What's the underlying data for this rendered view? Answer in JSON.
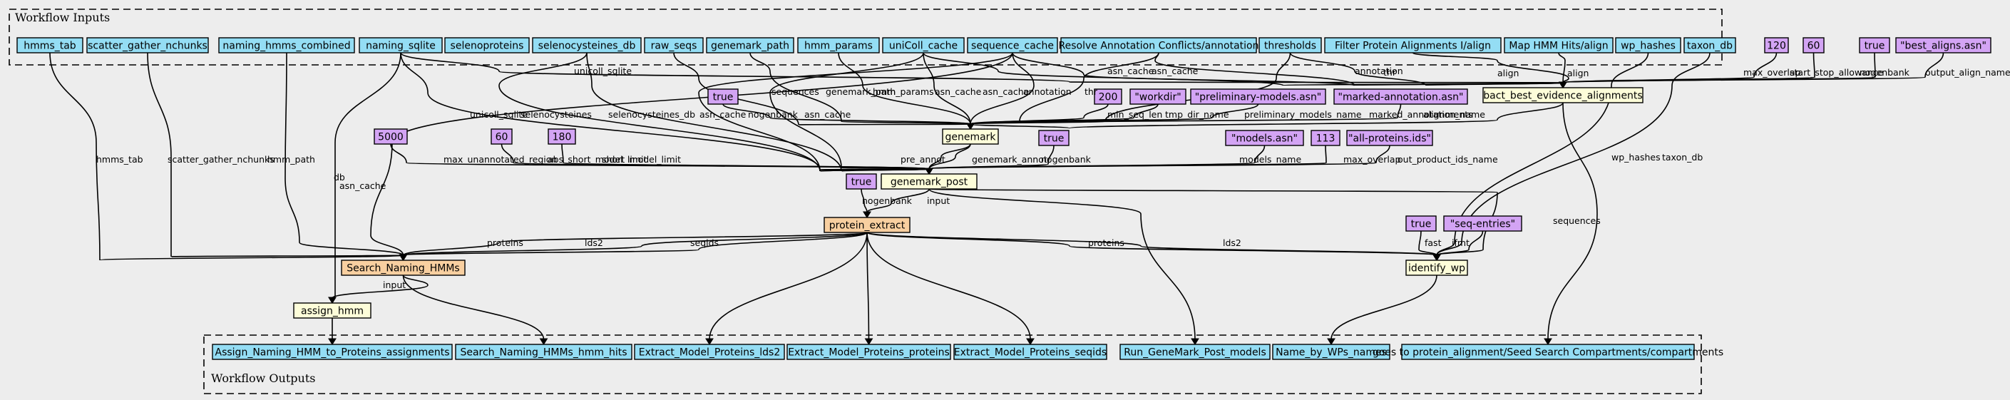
{
  "clusters": {
    "inputs": "Workflow Inputs",
    "outputs": "Workflow Outputs"
  },
  "colors": {
    "input": "#94ddf4",
    "param": "#d3a4f4",
    "step": "#fdfdd9",
    "subworkflow": "#f8cfa0",
    "output": "#94ddf4",
    "background": "#ededed"
  },
  "nodes": [
    {
      "id": "in_hmms_tab",
      "label": "hmms_tab",
      "kind": "input"
    },
    {
      "id": "in_scatter",
      "label": "scatter_gather_nchunks",
      "kind": "input"
    },
    {
      "id": "in_naming_hmms",
      "label": "naming_hmms_combined",
      "kind": "input"
    },
    {
      "id": "in_naming_sqlite",
      "label": "naming_sqlite",
      "kind": "input"
    },
    {
      "id": "in_selenoproteins",
      "label": "selenoproteins",
      "kind": "input"
    },
    {
      "id": "in_selenocysteines",
      "label": "selenocysteines_db",
      "kind": "input"
    },
    {
      "id": "in_raw_seqs",
      "label": "raw_seqs",
      "kind": "input"
    },
    {
      "id": "in_genemark_path",
      "label": "genemark_path",
      "kind": "input"
    },
    {
      "id": "in_hmm_params",
      "label": "hmm_params",
      "kind": "input"
    },
    {
      "id": "in_unicoll",
      "label": "uniColl_cache",
      "kind": "input"
    },
    {
      "id": "in_seq_cache",
      "label": "sequence_cache",
      "kind": "input"
    },
    {
      "id": "in_resolve",
      "label": "Resolve Annotation Conflicts/annotation",
      "kind": "input"
    },
    {
      "id": "in_thresholds",
      "label": "thresholds",
      "kind": "input"
    },
    {
      "id": "in_filter",
      "label": "Filter Protein Alignments I/align",
      "kind": "input"
    },
    {
      "id": "in_maphmm",
      "label": "Map HMM Hits/align",
      "kind": "input"
    },
    {
      "id": "in_wp_hashes",
      "label": "wp_hashes",
      "kind": "input"
    },
    {
      "id": "in_taxon_db",
      "label": "taxon_db",
      "kind": "input"
    },
    {
      "id": "p_120",
      "label": "120",
      "kind": "param"
    },
    {
      "id": "p_60a",
      "label": "60",
      "kind": "param"
    },
    {
      "id": "p_true_a",
      "label": "true",
      "kind": "param"
    },
    {
      "id": "p_best_aligns",
      "label": "\"best_aligns.asn\"",
      "kind": "param"
    },
    {
      "id": "p_true_b",
      "label": "true",
      "kind": "param"
    },
    {
      "id": "p_200",
      "label": "200",
      "kind": "param"
    },
    {
      "id": "p_workdir",
      "label": "\"workdir\"",
      "kind": "param"
    },
    {
      "id": "p_prelim",
      "label": "\"preliminary-models.asn\"",
      "kind": "param"
    },
    {
      "id": "p_marked",
      "label": "\"marked-annotation.asn\"",
      "kind": "param"
    },
    {
      "id": "p_5000",
      "label": "5000",
      "kind": "param"
    },
    {
      "id": "p_60b",
      "label": "60",
      "kind": "param"
    },
    {
      "id": "p_180",
      "label": "180",
      "kind": "param"
    },
    {
      "id": "p_true_c",
      "label": "true",
      "kind": "param"
    },
    {
      "id": "p_models",
      "label": "\"models.asn\"",
      "kind": "param"
    },
    {
      "id": "p_113",
      "label": "113",
      "kind": "param"
    },
    {
      "id": "p_allprot",
      "label": "\"all-proteins.ids\"",
      "kind": "param"
    },
    {
      "id": "p_true_d",
      "label": "true",
      "kind": "param"
    },
    {
      "id": "p_true_e",
      "label": "true",
      "kind": "param"
    },
    {
      "id": "p_seqentries",
      "label": "\"seq-entries\"",
      "kind": "param"
    },
    {
      "id": "s_bact",
      "label": "bact_best_evidence_alignments",
      "kind": "step"
    },
    {
      "id": "s_genemark",
      "label": "genemark",
      "kind": "step"
    },
    {
      "id": "s_genemark_post",
      "label": "genemark_post",
      "kind": "step"
    },
    {
      "id": "s_protein_extract",
      "label": "protein_extract",
      "kind": "subworkflow"
    },
    {
      "id": "s_search",
      "label": "Search_Naming_HMMs",
      "kind": "subworkflow"
    },
    {
      "id": "s_assign",
      "label": "assign_hmm",
      "kind": "step"
    },
    {
      "id": "s_identify",
      "label": "identify_wp",
      "kind": "step"
    },
    {
      "id": "o_assign",
      "label": "Assign_Naming_HMM_to_Proteins_assignments",
      "kind": "output"
    },
    {
      "id": "o_hits",
      "label": "Search_Naming_HMMs_hmm_hits",
      "kind": "output"
    },
    {
      "id": "o_lds2",
      "label": "Extract_Model_Proteins_lds2",
      "kind": "output"
    },
    {
      "id": "o_proteins",
      "label": "Extract_Model_Proteins_proteins",
      "kind": "output"
    },
    {
      "id": "o_seqids",
      "label": "Extract_Model_Proteins_seqids",
      "kind": "output"
    },
    {
      "id": "o_models",
      "label": "Run_GeneMark_Post_models",
      "kind": "output"
    },
    {
      "id": "o_names",
      "label": "Name_by_WPs_names",
      "kind": "output"
    },
    {
      "id": "o_compart",
      "label": "goes to protein_alignment/Seed Search Compartments/compartments",
      "kind": "output"
    }
  ],
  "edges": [
    {
      "from": "in_filter",
      "to": "s_bact",
      "label": "align"
    },
    {
      "from": "in_maphmm",
      "to": "s_bact",
      "label": "align"
    },
    {
      "from": "in_resolve",
      "to": "s_bact",
      "label": "annotation"
    },
    {
      "from": "in_seq_cache",
      "to": "s_bact",
      "label": "asn_cache"
    },
    {
      "from": "in_unicoll",
      "to": "s_bact",
      "label": "asn_cache"
    },
    {
      "from": "p_120",
      "to": "s_bact",
      "label": "max_overlap"
    },
    {
      "from": "p_60a",
      "to": "s_bact",
      "label": "start_stop_allowance"
    },
    {
      "from": "p_true_a",
      "to": "s_bact",
      "label": "nogenbank"
    },
    {
      "from": "p_best_aligns",
      "to": "s_bact",
      "label": "output_align_name"
    },
    {
      "from": "in_thresholds",
      "to": "s_bact",
      "label": "thr"
    },
    {
      "from": "in_naming_sqlite",
      "to": "s_bact",
      "label": "unicoll_sqlite"
    },
    {
      "from": "s_bact",
      "to": "s_genemark",
      "label": "alignments"
    },
    {
      "from": "in_resolve",
      "to": "s_genemark",
      "label": "annotation"
    },
    {
      "from": "in_seq_cache",
      "to": "s_genemark",
      "label": "asn_cache"
    },
    {
      "from": "in_unicoll",
      "to": "s_genemark",
      "label": "asn_cache"
    },
    {
      "from": "in_genemark_path",
      "to": "s_genemark",
      "label": "genemark_path"
    },
    {
      "from": "in_hmm_params",
      "to": "s_genemark",
      "label": "hmm_params"
    },
    {
      "from": "p_marked",
      "to": "s_genemark",
      "label": "marked_annotation_name"
    },
    {
      "from": "p_200",
      "to": "s_genemark",
      "label": "min_seq_len"
    },
    {
      "from": "p_true_b",
      "to": "s_genemark",
      "label": "nogenbank"
    },
    {
      "from": "p_prelim",
      "to": "s_genemark",
      "label": "preliminary_models_name"
    },
    {
      "from": "in_raw_seqs",
      "to": "s_genemark",
      "label": "sequences"
    },
    {
      "from": "in_thresholds",
      "to": "s_genemark",
      "label": "thr"
    },
    {
      "from": "p_workdir",
      "to": "s_genemark",
      "label": "tmp_dir_name"
    },
    {
      "from": "p_60b",
      "to": "s_genemark_post",
      "label": "abs_short_model_limit"
    },
    {
      "from": "in_seq_cache",
      "to": "s_genemark_post",
      "label": "asn_cache"
    },
    {
      "from": "in_unicoll",
      "to": "s_genemark_post",
      "label": "asn_cache"
    },
    {
      "from": "s_genemark",
      "to": "s_genemark_post",
      "label": "genemark_annot"
    },
    {
      "from": "p_113",
      "to": "s_genemark_post",
      "label": "max_overlap"
    },
    {
      "from": "p_5000",
      "to": "s_genemark_post",
      "label": "max_unannotated_region"
    },
    {
      "from": "p_models",
      "to": "s_genemark_post",
      "label": "models_name"
    },
    {
      "from": "p_true_c",
      "to": "s_genemark_post",
      "label": "nogenbank"
    },
    {
      "from": "p_allprot",
      "to": "s_genemark_post",
      "label": "out_product_ids_name"
    },
    {
      "from": "s_genemark",
      "to": "s_genemark_post",
      "label": "pre_annot"
    },
    {
      "from": "in_selenocysteines",
      "to": "s_genemark_post",
      "label": "selenocysteines"
    },
    {
      "from": "in_selenocysteines",
      "to": "s_genemark_post",
      "label": "selenocysteines_db"
    },
    {
      "from": "p_180",
      "to": "s_genemark_post",
      "label": "short_model_limit"
    },
    {
      "from": "in_naming_sqlite",
      "to": "s_genemark_post",
      "label": "unicoll_sqlite"
    },
    {
      "from": "s_genemark_post",
      "to": "s_protein_extract",
      "label": "input"
    },
    {
      "from": "p_true_d",
      "to": "s_protein_extract",
      "label": "nogenbank"
    },
    {
      "from": "in_seq_cache",
      "to": "s_search",
      "label": "asn_cache"
    },
    {
      "from": "in_naming_hmms",
      "to": "s_search",
      "label": "hmm_path"
    },
    {
      "from": "in_hmms_tab",
      "to": "s_search",
      "label": "hmms_tab"
    },
    {
      "from": "s_protein_extract",
      "to": "s_search",
      "label": "lds2"
    },
    {
      "from": "s_protein_extract",
      "to": "s_search",
      "label": "proteins"
    },
    {
      "from": "in_scatter",
      "to": "s_search",
      "label": "scatter_gather_nchunks"
    },
    {
      "from": "s_protein_extract",
      "to": "s_search",
      "label": "seqids"
    },
    {
      "from": "in_naming_sqlite",
      "to": "s_assign",
      "label": "db"
    },
    {
      "from": "s_search",
      "to": "s_assign",
      "label": "input"
    },
    {
      "from": "p_true_e",
      "to": "s_identify",
      "label": "fast"
    },
    {
      "from": "s_protein_extract",
      "to": "s_identify",
      "label": "lds2"
    },
    {
      "from": "p_seqentries",
      "to": "s_identify",
      "label": "ifmt"
    },
    {
      "from": "s_protein_extract",
      "to": "s_identify",
      "label": "proteins"
    },
    {
      "from": "s_genemark_post",
      "to": "s_identify",
      "label": "sequences"
    },
    {
      "from": "in_taxon_db",
      "to": "s_identify",
      "label": "taxon_db"
    },
    {
      "from": "in_wp_hashes",
      "to": "s_identify",
      "label": "wp_hashes"
    },
    {
      "from": "s_assign",
      "to": "o_assign",
      "label": ""
    },
    {
      "from": "s_search",
      "to": "o_hits",
      "label": ""
    },
    {
      "from": "s_protein_extract",
      "to": "o_lds2",
      "label": ""
    },
    {
      "from": "s_protein_extract",
      "to": "o_proteins",
      "label": ""
    },
    {
      "from": "s_protein_extract",
      "to": "o_seqids",
      "label": ""
    },
    {
      "from": "s_genemark_post",
      "to": "o_models",
      "label": ""
    },
    {
      "from": "s_identify",
      "to": "o_names",
      "label": ""
    },
    {
      "from": "s_bact",
      "to": "o_compart",
      "label": ""
    }
  ]
}
